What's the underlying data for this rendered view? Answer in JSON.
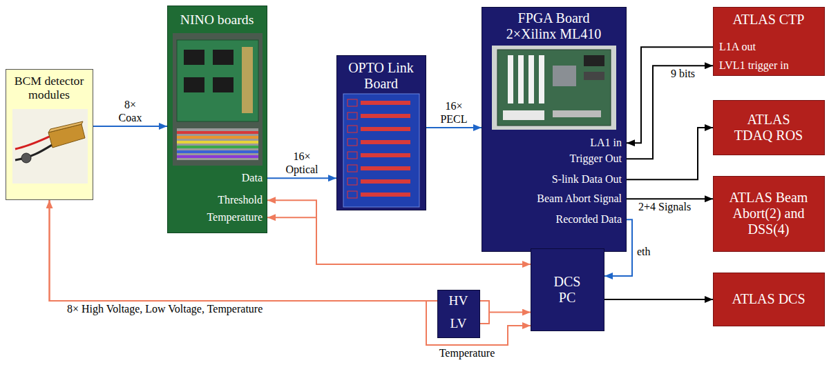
{
  "diagram": {
    "nodes": [
      {
        "text": [
          "BCM detector modules"
        ]
      },
      {
        "text": [
          "NINO boards",
          "Data",
          "Threshold",
          "Temperature"
        ]
      },
      {
        "text": [
          "OPTO Link Board"
        ]
      },
      {
        "text": [
          "FPGA Board 2×Xilinx ML410",
          "LA1 in",
          "Trigger Out",
          "S-link Data Out",
          "Beam Abort Signal",
          "Recorded Data"
        ]
      },
      {
        "text": [
          "ATLAS CTP",
          "L1A out",
          "LVL1 trigger in"
        ]
      },
      {
        "text": [
          "ATLAS TDAQ ROS"
        ]
      },
      {
        "text": [
          "ATLAS Beam Abort(2) and DSS(4)"
        ]
      },
      {
        "text": [
          "DCS PC"
        ]
      },
      {
        "text": [
          "HV",
          "LV"
        ]
      },
      {
        "text": [
          "ATLAS DCS"
        ]
      }
    ],
    "edges": [
      {
        "from": 0,
        "to": 1,
        "label": "8× Coax",
        "arrow": "to"
      },
      {
        "from": 1,
        "to": 2,
        "label": "16× Optical",
        "arrow": "to"
      },
      {
        "from": 2,
        "to": 3,
        "label": "16× PECL",
        "arrow": "to"
      },
      {
        "from": 4,
        "to": 3,
        "arrow": "to"
      },
      {
        "from": 3,
        "to": 4,
        "label": "9 bits",
        "arrow": "to"
      },
      {
        "from": 3,
        "to": 5,
        "arrow": "to"
      },
      {
        "from": 3,
        "to": 6,
        "label": "2+4 Signals",
        "arrow": "to"
      },
      {
        "from": 3,
        "to": 7,
        "label": "eth",
        "arrow": "to"
      },
      {
        "from": 7,
        "to": 1,
        "arrow": "both"
      },
      {
        "from": 8,
        "to": 7,
        "arrow": "to"
      },
      {
        "from": 8,
        "to": 0,
        "label": "8× High Voltage, Low Voltage, Temperature",
        "arrow": "to"
      },
      {
        "from": 0,
        "to": 7,
        "label": "Temperature",
        "arrow": "to"
      },
      {
        "from": 7,
        "to": 9,
        "arrow": "to"
      }
    ]
  }
}
